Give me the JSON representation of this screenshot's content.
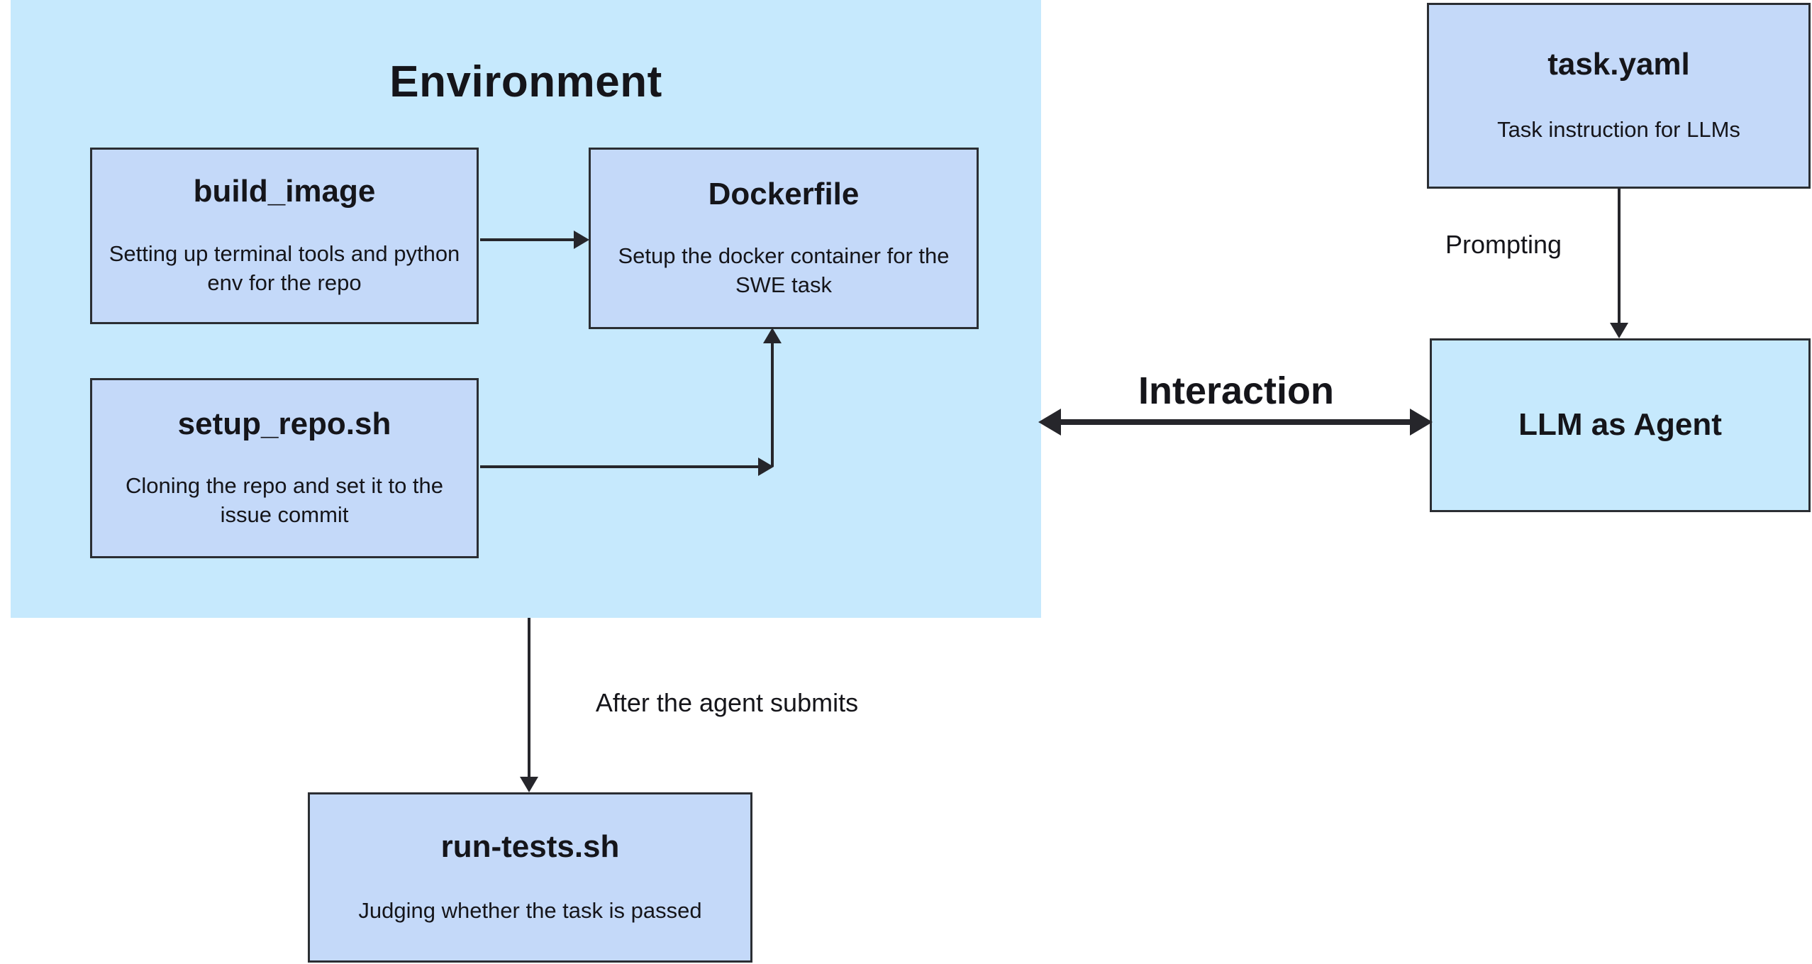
{
  "colors": {
    "background": "#ffffff",
    "environment_fill": "#c6e9fd",
    "node_fill": "#c4d9f9",
    "agent_fill": "#c6e9fd",
    "border": "#2b2e33",
    "arrow": "#26262b",
    "text": "#15151a"
  },
  "environment": {
    "title": "Environment",
    "nodes": {
      "build_image": {
        "title": "build_image",
        "desc": "Setting up terminal tools and python env for the repo"
      },
      "dockerfile": {
        "title": "Dockerfile",
        "desc": "Setup the docker container for the SWE task"
      },
      "setup_repo": {
        "title": "setup_repo.sh",
        "desc": "Cloning the repo and set it to the issue commit"
      }
    }
  },
  "right": {
    "task_yaml": {
      "title": "task.yaml",
      "desc": "Task instruction for LLMs"
    },
    "llm_agent": {
      "title": "LLM as Agent"
    }
  },
  "bottom": {
    "run_tests": {
      "title": "run-tests.sh",
      "desc": "Judging whether the task is passed"
    }
  },
  "labels": {
    "interaction": "Interaction",
    "prompting": "Prompting",
    "after_submit": "After the agent submits"
  }
}
